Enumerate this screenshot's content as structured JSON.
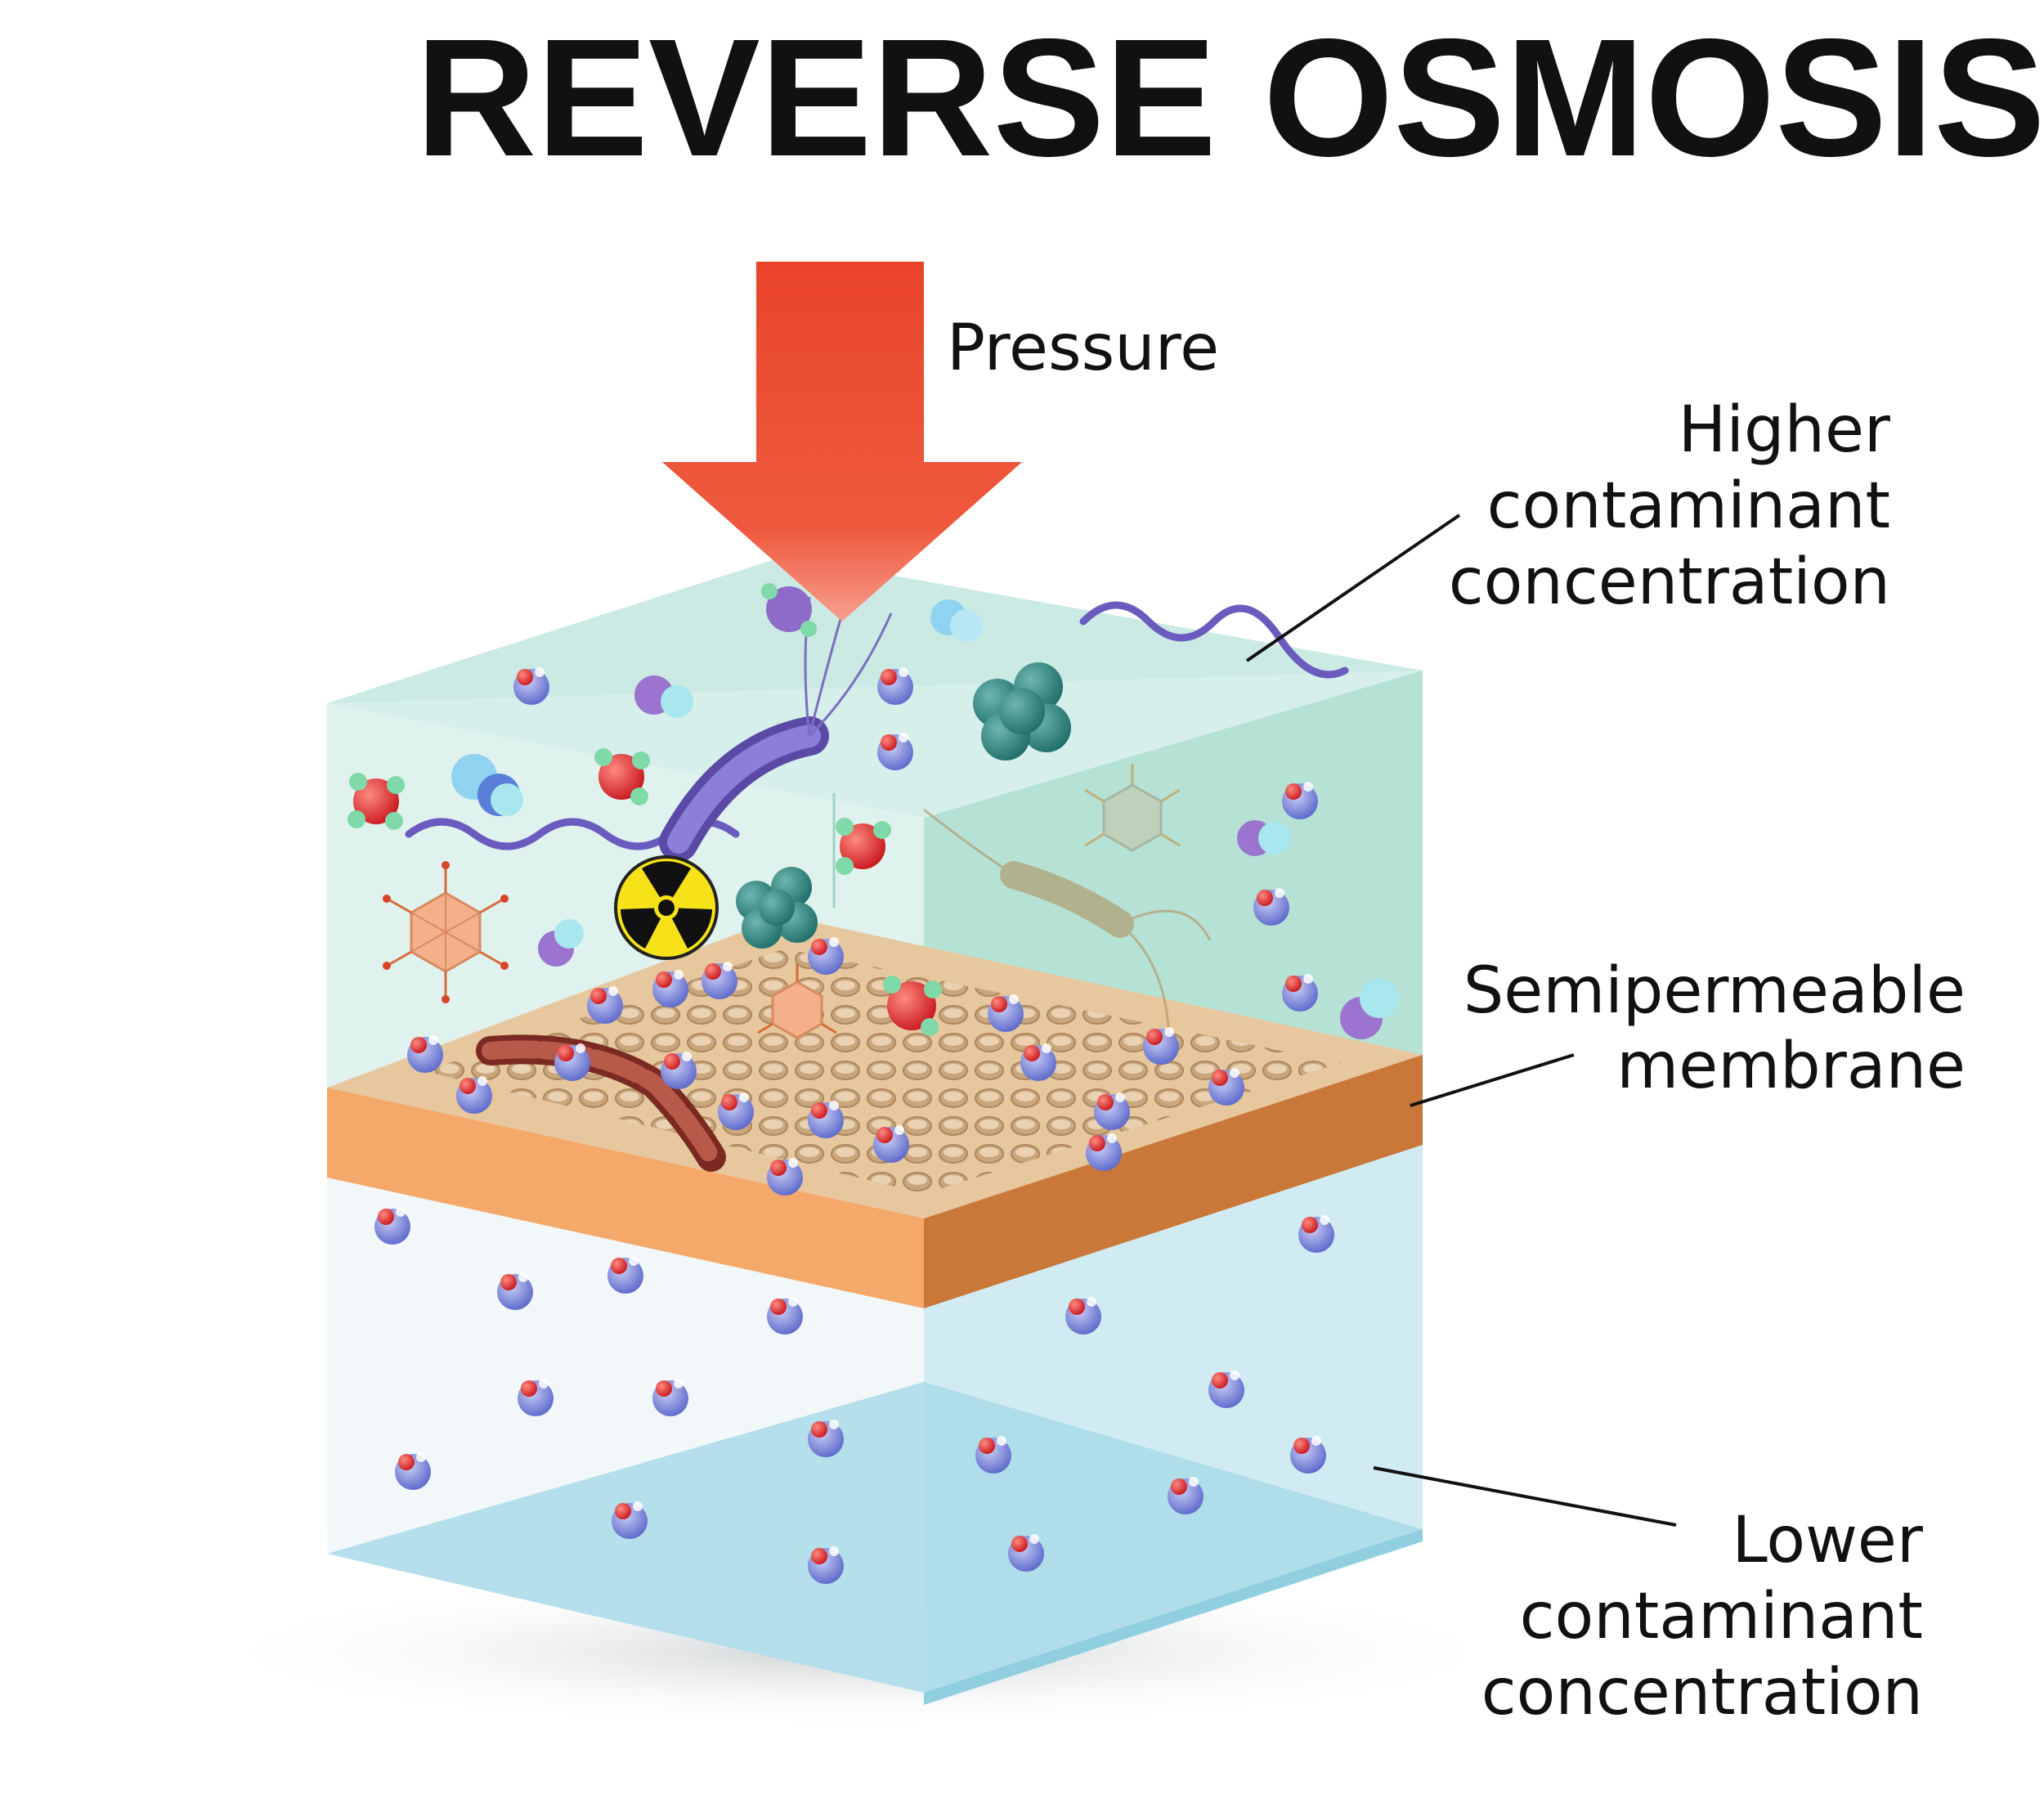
{
  "title": "REVERSE OSMOSIS",
  "labels": {
    "pressure": "Pressure",
    "higher": [
      "Higher",
      "contaminant",
      "concentration"
    ],
    "membrane": [
      "Semipermeable",
      "membrane"
    ],
    "lower": [
      "Lower",
      "contaminant",
      "concentration"
    ]
  },
  "colors": {
    "arrow": "#e8442a",
    "upper_water": "#b9e2da",
    "membrane_top": "#e7c79e",
    "membrane_front": "#f4a86a",
    "membrane_side": "#c9783a",
    "lower_water": "#d3eef4",
    "base_water": "#a9dbe7"
  },
  "icons": [
    "pressure-arrow-icon",
    "radiation-symbol-icon",
    "bacterium-icon",
    "virus-icon",
    "water-molecule-icon",
    "contaminant-cluster-icon"
  ]
}
